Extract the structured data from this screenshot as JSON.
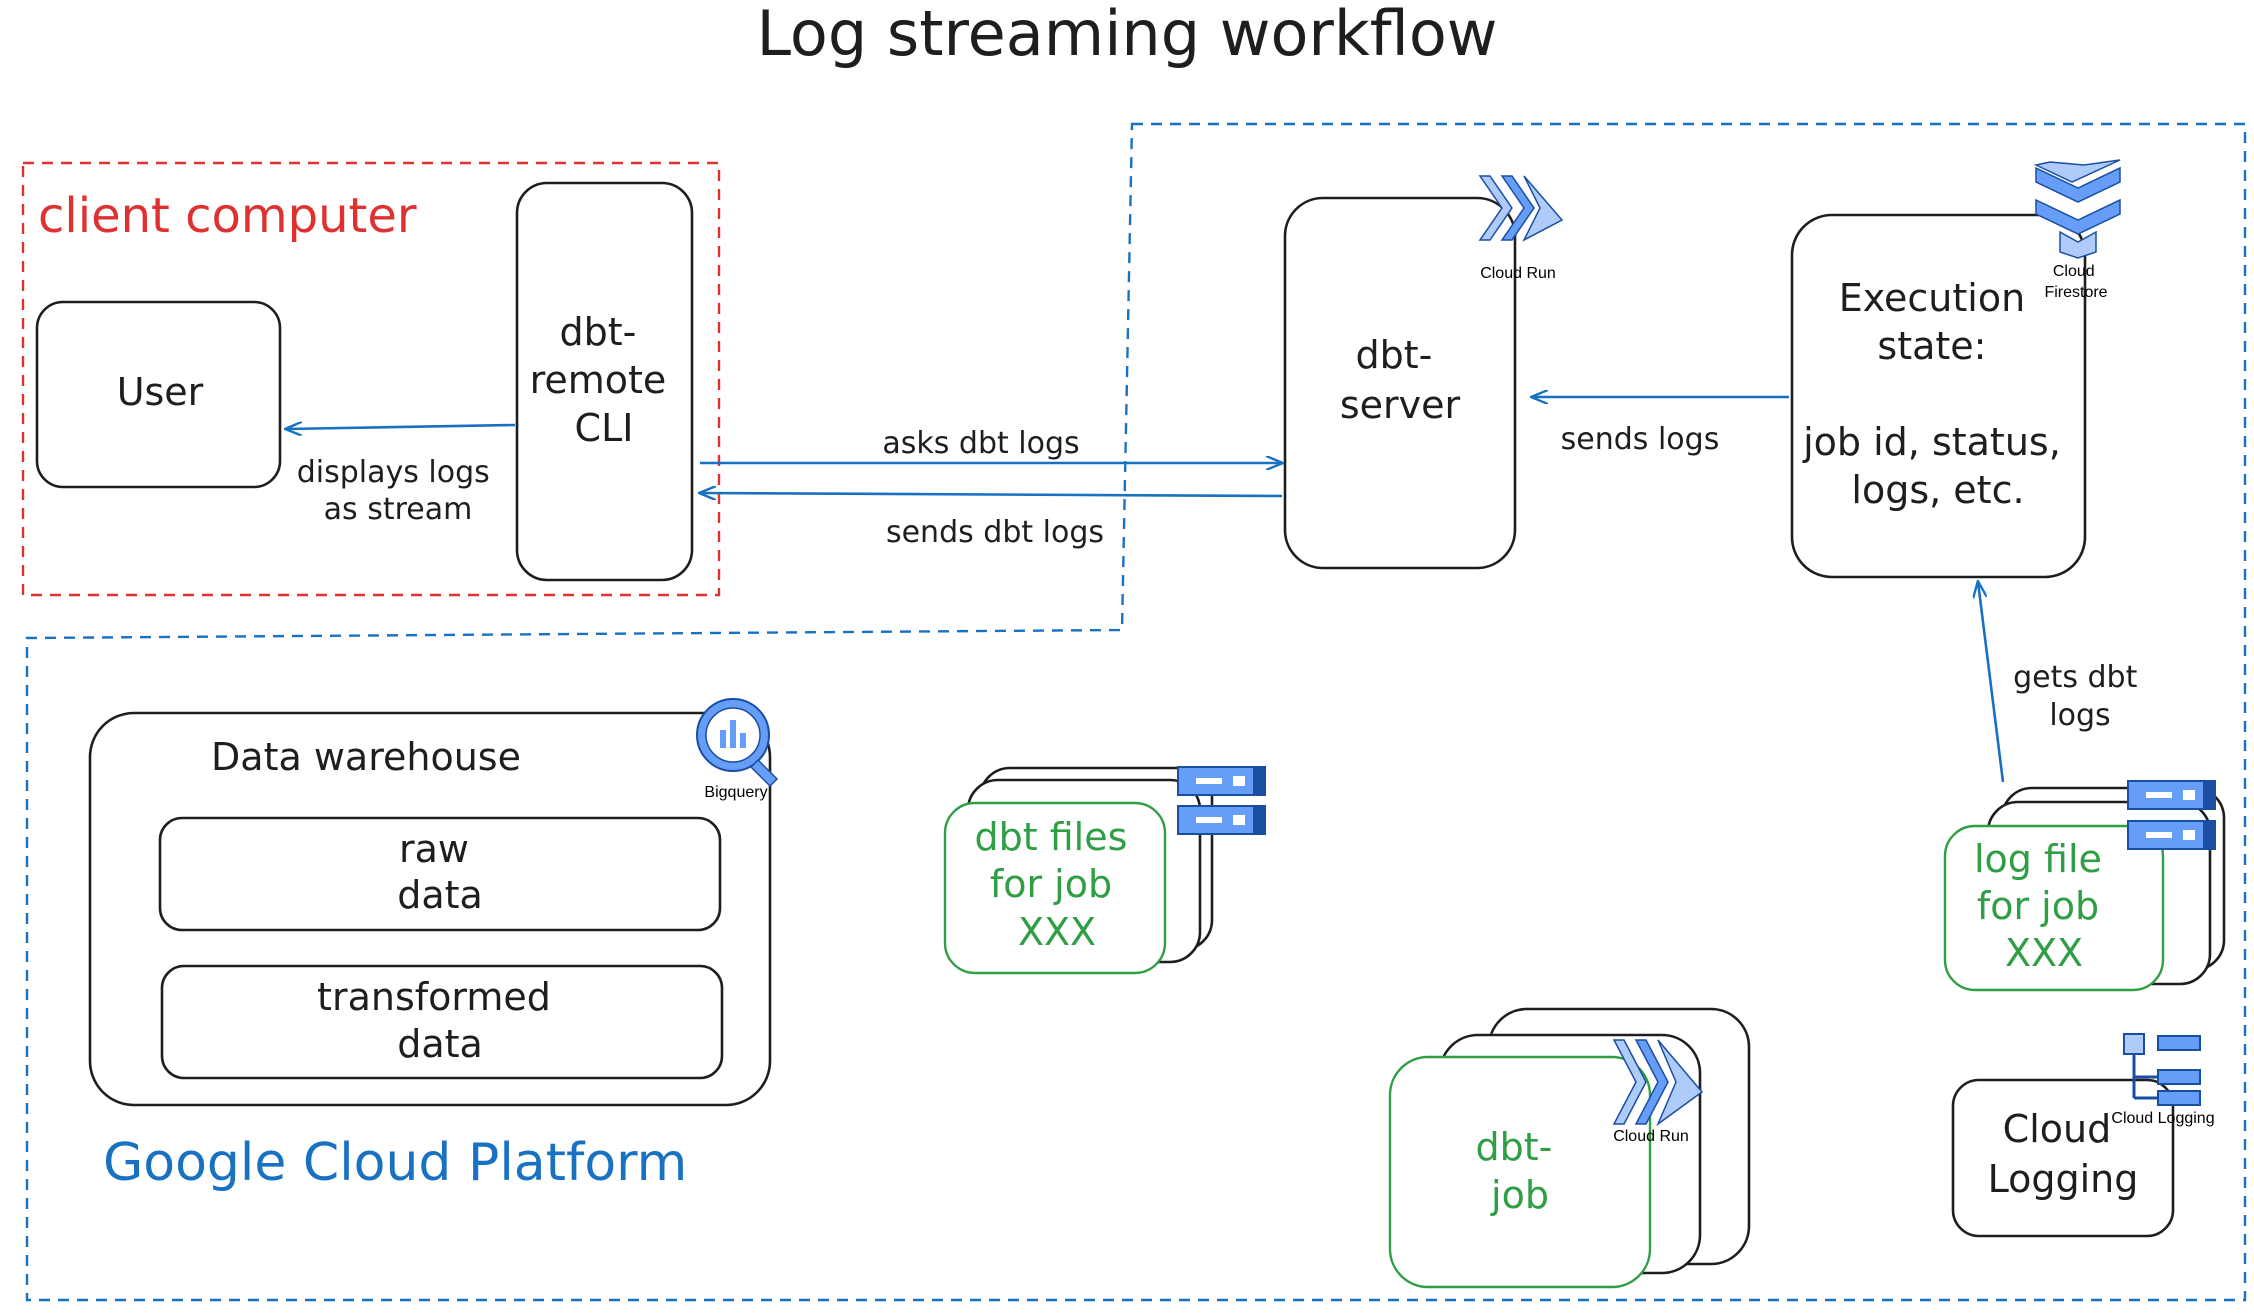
{
  "title": "Log streaming workflow",
  "regions": {
    "client": "client computer",
    "gcp": "Google Cloud Platform"
  },
  "nodes": {
    "user": "User",
    "cli": [
      "dbt-",
      "remote",
      "CLI"
    ],
    "server": [
      "dbt-",
      "server"
    ],
    "execution": [
      "Execution",
      "state:",
      "",
      "job id, status,",
      "logs, etc."
    ],
    "warehouse": "Data warehouse",
    "raw": [
      "raw",
      "data"
    ],
    "transformed": [
      "transformed",
      "data"
    ],
    "dbt_files": [
      "dbt files",
      "for job",
      "XXX"
    ],
    "log_file": [
      "log file",
      "for job",
      "XXX"
    ],
    "dbt_job": [
      "dbt-",
      "job"
    ],
    "cloud_logging": [
      "Cloud",
      "Logging"
    ]
  },
  "edges": {
    "displays": [
      "displays logs",
      "as stream"
    ],
    "asks": "asks dbt logs",
    "sends_dbt": "sends dbt logs",
    "sends": "sends logs",
    "gets": [
      "gets dbt",
      "logs"
    ]
  },
  "icons": {
    "cloud_run_server": "Cloud Run",
    "firestore": [
      "Cloud",
      "Firestore"
    ],
    "bigquery": "Bigquery",
    "cloud_run_job": "Cloud Run",
    "cloud_logging": "Cloud Logging"
  },
  "colors": {
    "client_border": "#e03131",
    "gcp_border": "#1971c2",
    "arrow": "#1971c2",
    "green": "#2f9e44",
    "icon_blue": "#5c85de"
  }
}
